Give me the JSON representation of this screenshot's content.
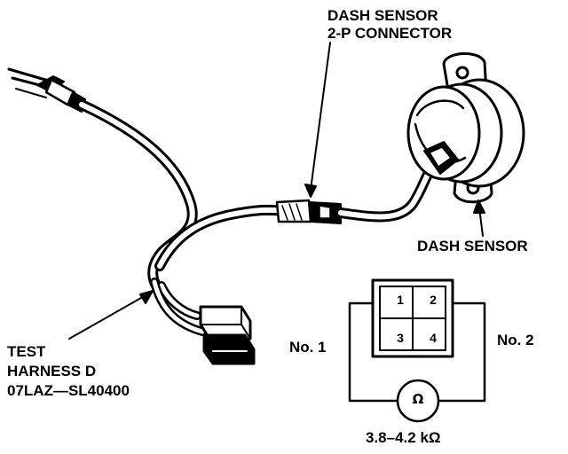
{
  "labels": {
    "dash_sensor_connector": [
      "DASH SENSOR",
      "2-P CONNECTOR"
    ],
    "dash_sensor": "DASH SENSOR",
    "test_harness": [
      "TEST",
      "HARNESS D",
      "07LAZ—SL40400"
    ],
    "terminal_no1": "No. 1",
    "terminal_no2": "No. 2",
    "resistance_spec": "3.8–4.2 kΩ"
  },
  "connector_pins": [
    "1",
    "2",
    "3",
    "4"
  ],
  "meter": {
    "symbol": "Ω",
    "icon": "ohmmeter-icon"
  }
}
